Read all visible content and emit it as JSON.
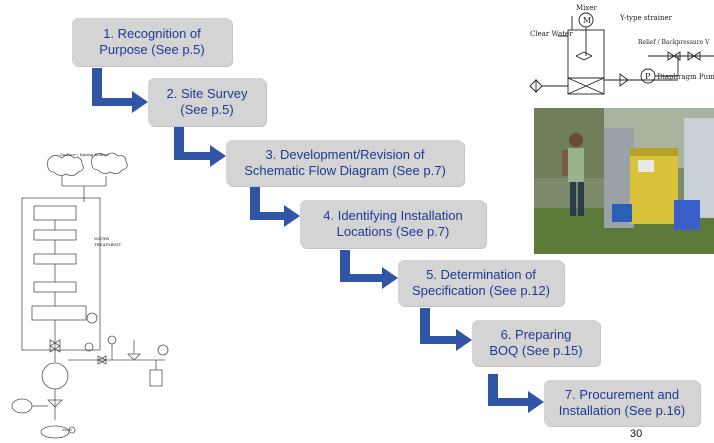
{
  "steps": [
    {
      "line1": "1. Recognition of",
      "line2": "Purpose (See p.5)"
    },
    {
      "line1": "2. Site Survey",
      "line2": "(See p.5)"
    },
    {
      "line1": "3. Development/Revision of",
      "line2": "Schematic Flow Diagram (See p.7)"
    },
    {
      "line1": "4. Identifying Installation",
      "line2": "Locations (See p.7)"
    },
    {
      "line1": "5. Determination of",
      "line2": "Specification (See p.12)"
    },
    {
      "line1": "6. Preparing",
      "line2": "BOQ (See p.15)"
    },
    {
      "line1": "7. Procurement and",
      "line2": "Installation (See p.16)"
    }
  ],
  "schematic": {
    "mixer_label": "Mixer",
    "mixer_symbol": "M",
    "clear_water_label": "Clear Water",
    "strainer_label": "Y-type strainer",
    "valve_label": "Relief / Backpressure V",
    "pump_symbol": "P",
    "pump_label": "Diaphragm Pump"
  },
  "flow_diagram": {
    "top_label": "Surface / Spring Source",
    "side_label_1": "WATER",
    "side_label_2": "TREATMENT"
  },
  "page_number": "30",
  "colors": {
    "box_fill": "#d4d4d4",
    "text_blue": "#1f3a93",
    "arrow_blue": "#2f55a4"
  }
}
